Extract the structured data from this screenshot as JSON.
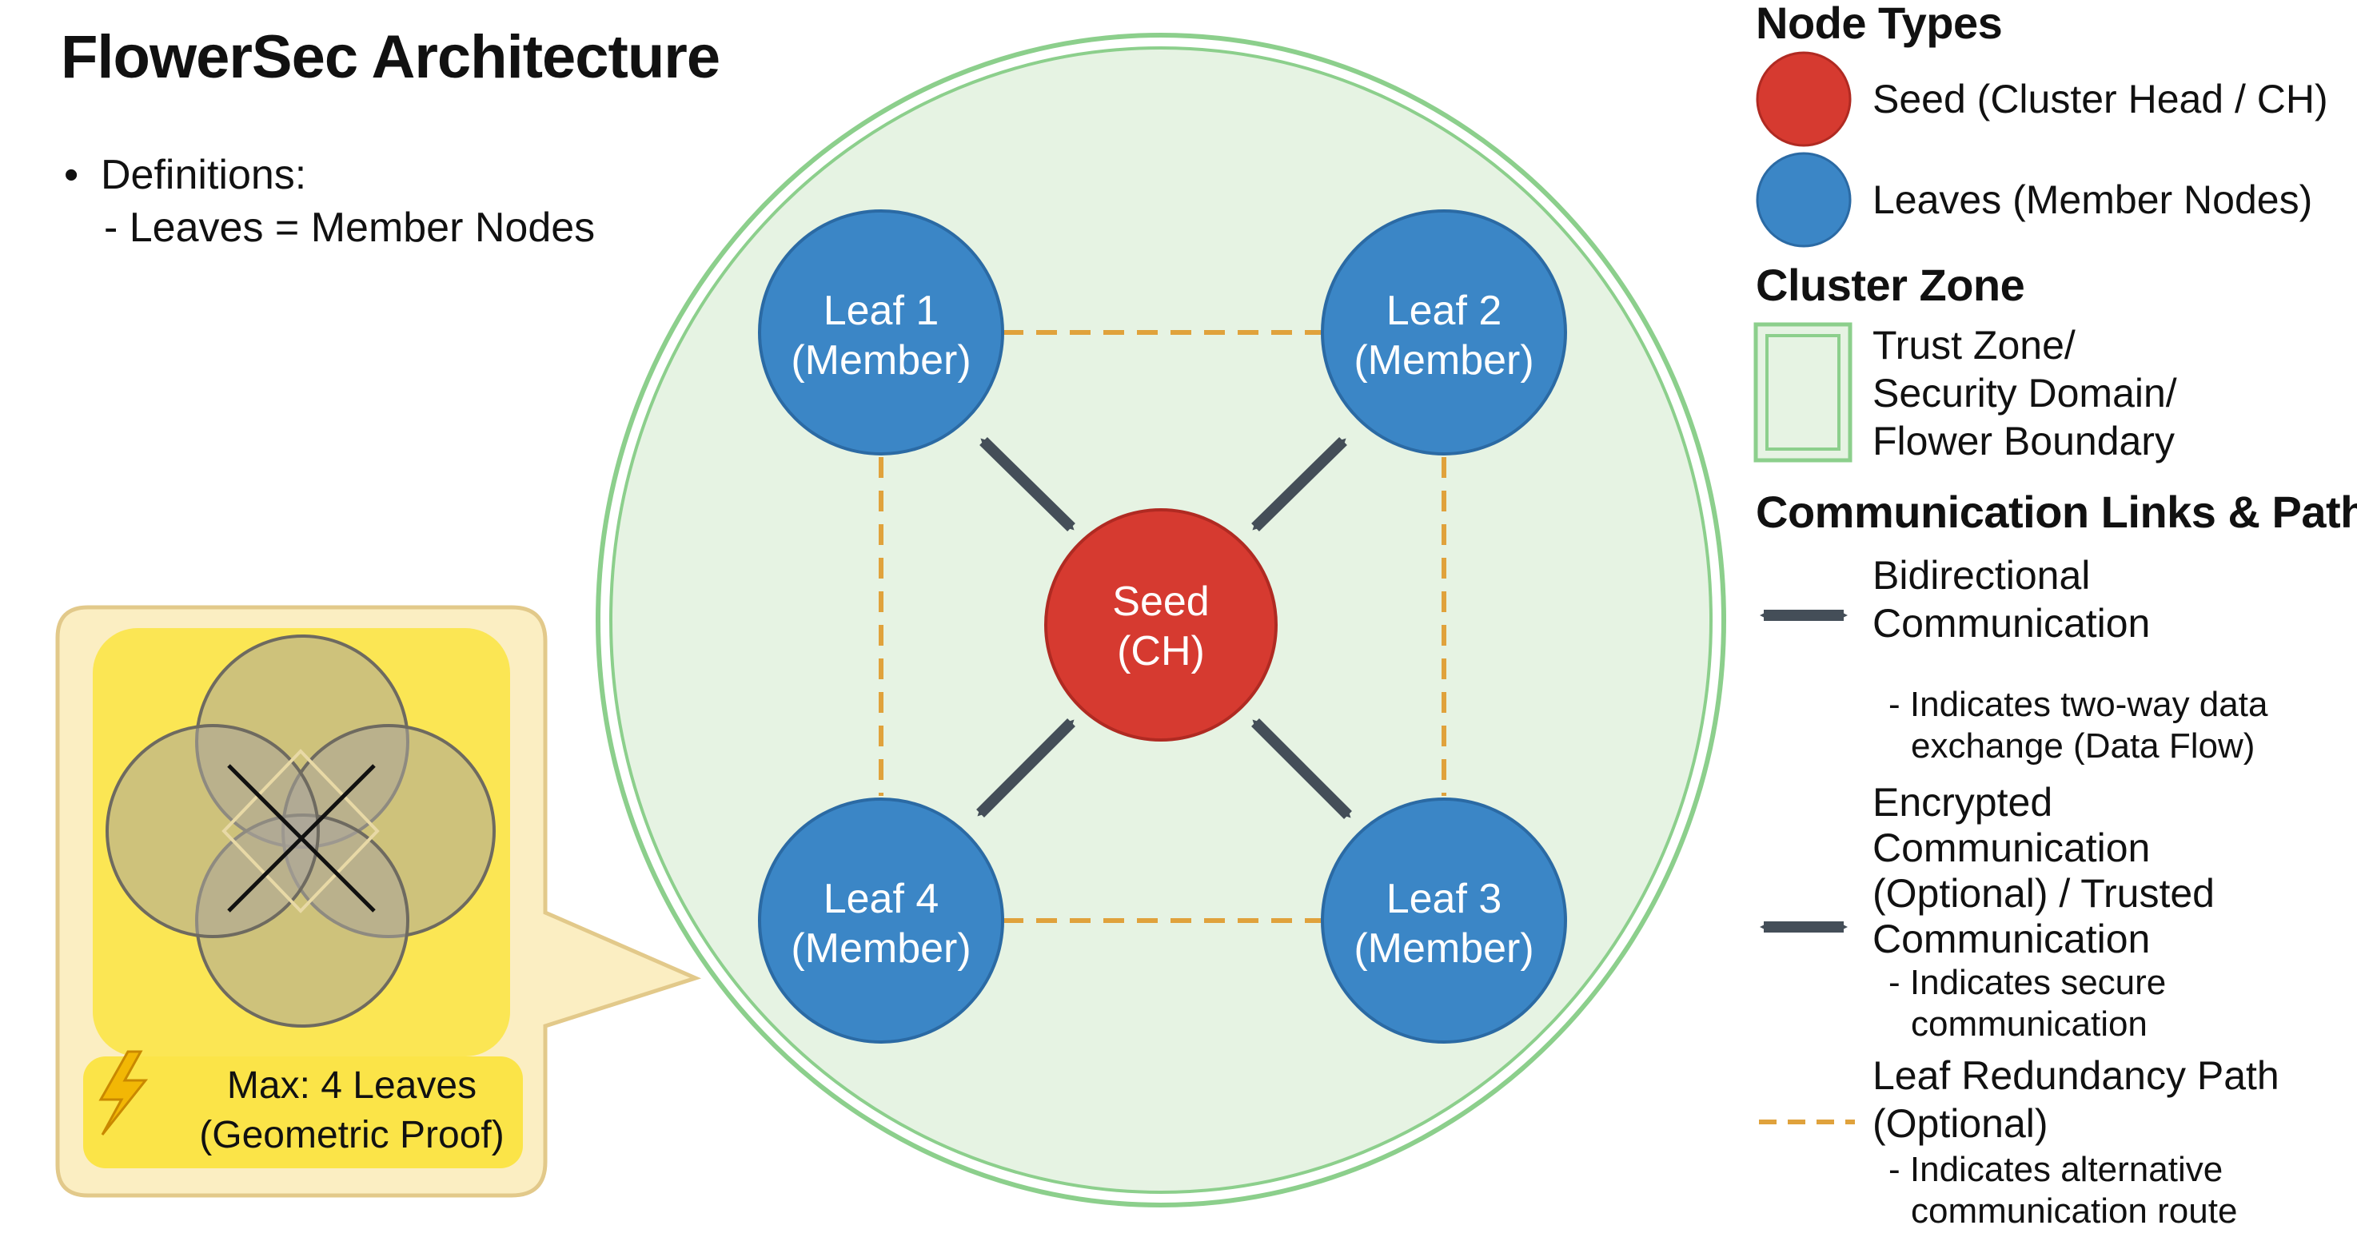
{
  "title": "FlowerSec Architecture",
  "definitions": {
    "bullet": "•",
    "heading": "Definitions:",
    "item": "- Leaves = Member Nodes"
  },
  "nodes": {
    "seed": {
      "line1": "Seed",
      "line2": "(CH)"
    },
    "leaf1": {
      "line1": "Leaf 1",
      "line2": "(Member)"
    },
    "leaf2": {
      "line1": "Leaf 2",
      "line2": "(Member)"
    },
    "leaf3": {
      "line1": "Leaf 3",
      "line2": "(Member)"
    },
    "leaf4": {
      "line1": "Leaf 4",
      "line2": "(Member)"
    }
  },
  "callout": {
    "line1": "Max: 4 Leaves",
    "line2": "(Geometric Proof)",
    "icon": "lightning-icon"
  },
  "legend": {
    "node_types_heading": "Node Types",
    "seed_label": "Seed (Cluster Head / CH)",
    "leaves_label": "Leaves (Member Nodes)",
    "cluster_zone_heading": "Cluster Zone",
    "zone_line1": "Trust Zone/",
    "zone_line2": "Security Domain/",
    "zone_line3": "Flower Boundary",
    "links_heading": "Communication Links & Paths",
    "bidir_line1": "Bidirectional",
    "bidir_line2": "Communication",
    "bidir_desc1": "- Indicates two-way data",
    "bidir_desc2": "exchange (Data Flow)",
    "enc_line1": "Encrypted",
    "enc_line2": "Communication",
    "enc_line3": "(Optional) / Trusted",
    "enc_line4": "Communication",
    "enc_desc1": "- Indicates secure",
    "enc_desc2": "communication",
    "redund_line1": "Leaf Redundancy Path",
    "redund_line2": "(Optional)",
    "redund_desc1": "- Indicates alternative",
    "redund_desc2": "communication route"
  },
  "colors": {
    "seed": "#d63a30",
    "leaf": "#3b86c6",
    "zone_fill": "#e6f3e3",
    "zone_border": "#8ccf8c",
    "arrow": "#444e58",
    "dashed": "#e0a23c",
    "callout_bg": "#fbeec2",
    "callout_inner": "#fbe448"
  }
}
